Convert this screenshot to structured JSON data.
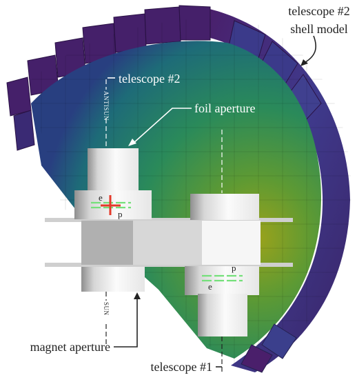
{
  "labels": {
    "shell_model_line1": "telescope #2",
    "shell_model_line2": "shell model",
    "telescope2": "telescope #2",
    "foil_aperture": "foil aperture",
    "magnet_aperture": "magnet aperture",
    "telescope1": "telescope #1",
    "antisun": "ANTISUN",
    "sun": "SUN",
    "t2_e": "e",
    "t2_p": "p",
    "t1_p": "p",
    "t1_e": "e"
  },
  "colors": {
    "shell_outer": "#47226b",
    "shell_mid": "#3b3e8a",
    "fill_teal": "#1d7a78",
    "fill_green": "#2f8a52",
    "fill_yellow": "#8f9a1f",
    "instrument_light": "#eeeeee",
    "instrument_shade": "#a9a9a9",
    "marker_red": "#e43a2a",
    "detector_green": "#74e07a"
  }
}
